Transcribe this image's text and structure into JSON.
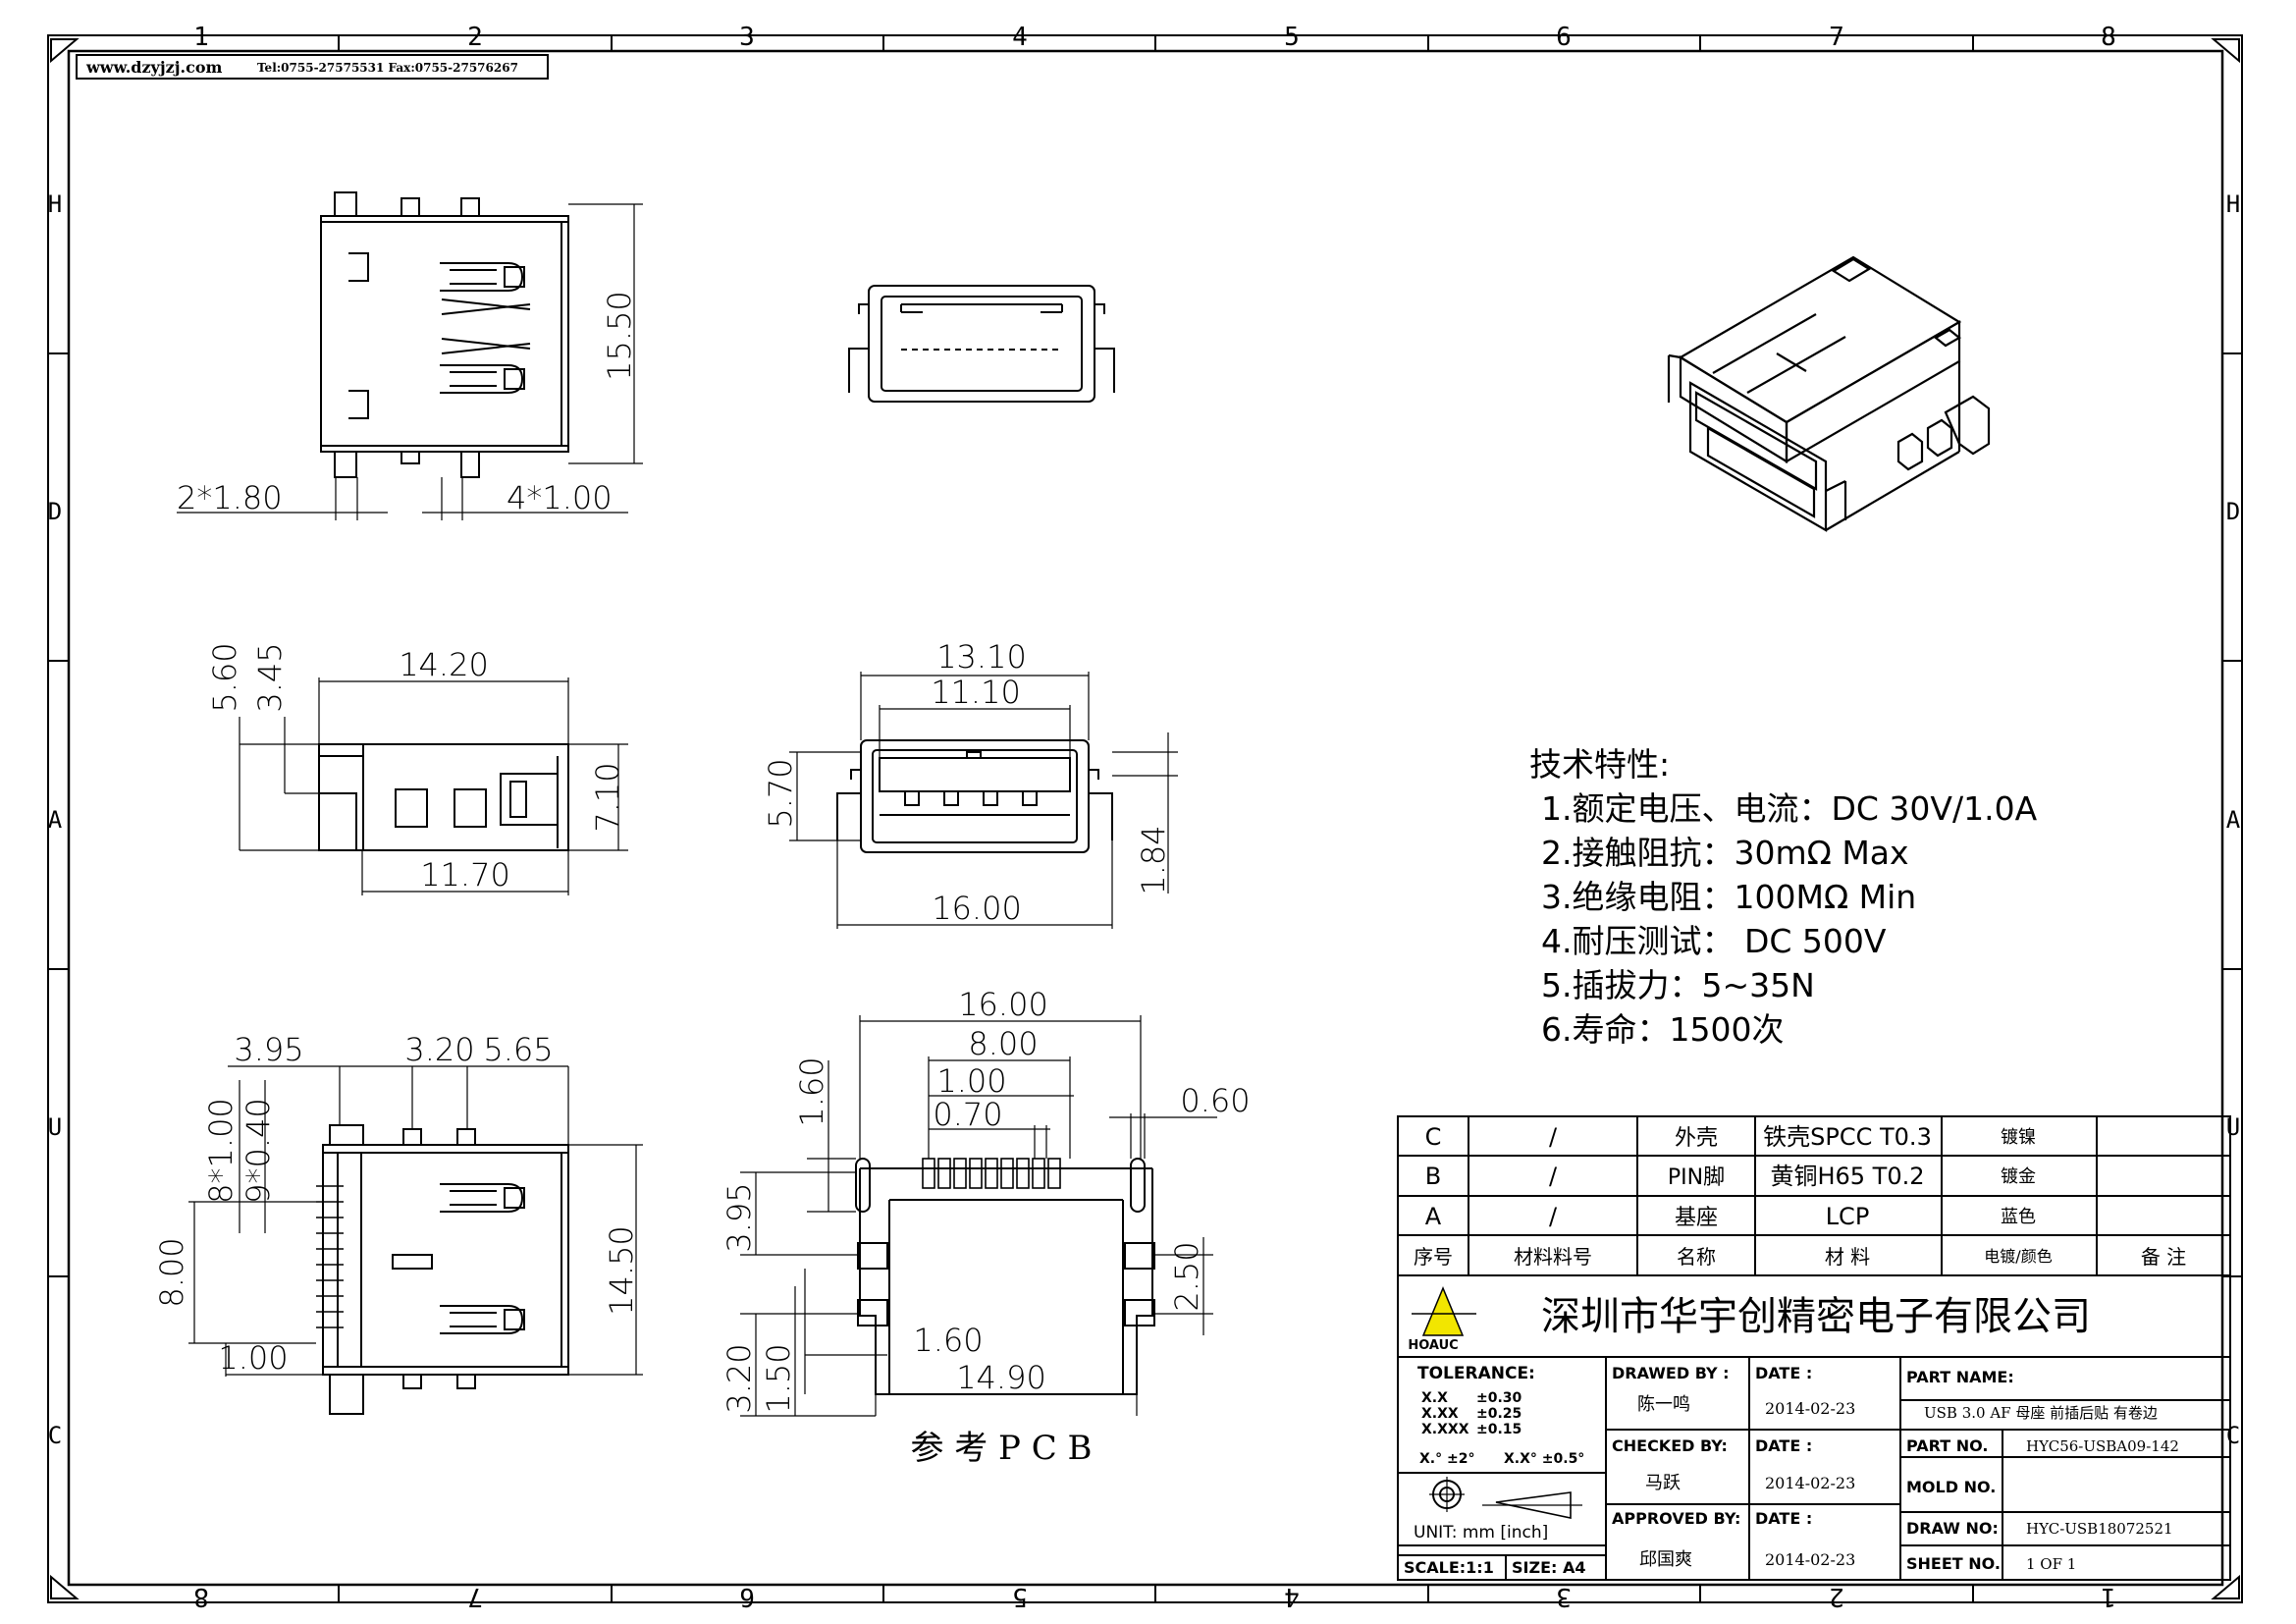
{
  "header": {
    "website": "www.dzyjzj.com",
    "contact": "Tel:0755-27575531  Fax:0755-27576267"
  },
  "frame": {
    "cols_top": [
      "1",
      "2",
      "3",
      "4",
      "5",
      "6",
      "7",
      "8"
    ],
    "cols_bottom": [
      "8",
      "7",
      "6",
      "5",
      "4",
      "3",
      "2",
      "1"
    ],
    "rows_left": [
      "H",
      "D",
      "A",
      "U",
      "C"
    ],
    "rows_right": [
      "H",
      "D",
      "A",
      "U",
      "C"
    ]
  },
  "dims": {
    "top_height": "15.50",
    "top_pitch_left": "2*1.80",
    "top_pitch_right": "4*1.00",
    "side_560": "5.60",
    "side_345": "3.45",
    "side_1420": "14.20",
    "side_710": "7.10",
    "side_1170": "11.70",
    "front_1310": "13.10",
    "front_1110": "11.10",
    "front_570": "5.70",
    "front_184": "1.84",
    "front_1600": "16.00",
    "bot_395": "3.95",
    "bot_320": "3.20",
    "bot_565": "5.65",
    "bot_8x100": "8*1.00",
    "bot_9x040": "9*0.40",
    "bot_800": "8.00",
    "bot_100": "1.00",
    "bot_1450": "14.50",
    "pcb_1600": "16.00",
    "pcb_800": "8.00",
    "pcb_100": "1.00",
    "pcb_070": "0.70",
    "pcb_060": "0.60",
    "pcb_160a": "1.60",
    "pcb_395": "3.95",
    "pcb_250": "2.50",
    "pcb_160b": "1.60",
    "pcb_1490": "14.90",
    "pcb_320": "3.20",
    "pcb_150": "1.50",
    "pcb_caption": "参 考 P C B"
  },
  "specs": {
    "title": "技术特性:",
    "items": [
      "1.额定电压、电流：DC  30V/1.0A",
      "2.接触阻抗：30mΩ  Max",
      "3.绝缘电阻：100MΩ  Min",
      "4.耐压测试：  DC  500V",
      "5.插拔力：5~35N",
      "6.寿命：1500次"
    ]
  },
  "bom": {
    "rows": [
      {
        "id": "C",
        "matno": "/",
        "name": "外壳",
        "material": "铁壳SPCC  T0.3",
        "plating": "镀镍",
        "remark": ""
      },
      {
        "id": "B",
        "matno": "/",
        "name": "PIN脚",
        "material": "黄铜H65  T0.2",
        "plating": "镀金",
        "remark": ""
      },
      {
        "id": "A",
        "matno": "/",
        "name": "基座",
        "material": "LCP",
        "plating": "蓝色",
        "remark": ""
      }
    ],
    "header": {
      "id": "序号",
      "matno": "材料料号",
      "name": "名称",
      "material": "材  料",
      "plating": "电镀/颜色",
      "remark": "备  注"
    }
  },
  "titleblock": {
    "company": "深圳市华宇创精密电子有限公司",
    "logo_text": "HOAUC",
    "tolerance_label": "TOLERANCE:",
    "tol_1_key": "X.X",
    "tol_1_val": "±0.30",
    "tol_2_key": "X.XX",
    "tol_2_val": "±0.25",
    "tol_3_key": "X.XXX",
    "tol_3_val": "±0.15",
    "tol_ang1": "X.°  ±2°",
    "tol_ang2": "X.X°  ±0.5°",
    "unit": "UNIT:  mm  [inch]",
    "scale": "SCALE:1:1",
    "size": "SIZE:  A4",
    "drawn_label": "DRAWED BY :",
    "drawn_by": "陈一鸣",
    "checked_label": "CHECKED BY:",
    "checked_by": "马跃",
    "approved_label": "APPROVED BY:",
    "approved_by": "邱国爽",
    "date_label": "DATE :",
    "date1": "2014-02-23",
    "date2": "2014-02-23",
    "date3": "2014-02-23",
    "part_name_label": "PART NAME:",
    "part_name": "USB 3.0 AF 母座 前插后贴 有卷边",
    "part_no_label": "PART NO.",
    "part_no": "HYC56-USBA09-142",
    "mold_no_label": "MOLD NO.",
    "mold_no": "",
    "draw_no_label": "DRAW NO:",
    "draw_no": "HYC-USB18072521",
    "sheet_no_label": "SHEET NO.",
    "sheet_no": "1 OF 1"
  }
}
